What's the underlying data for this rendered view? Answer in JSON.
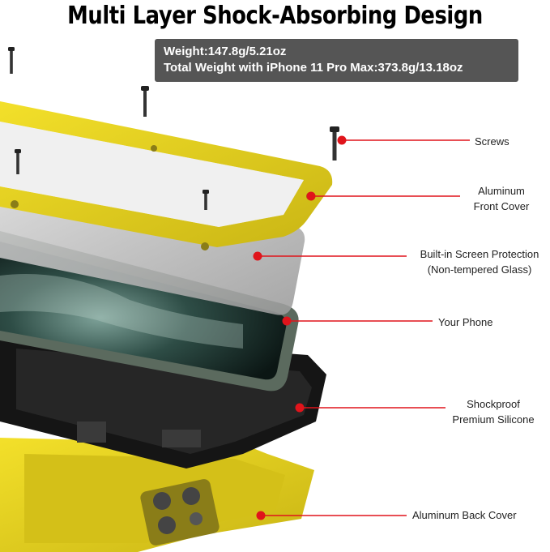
{
  "title": "Multi Layer Shock-Absorbing Design",
  "specs": {
    "weight": "Weight:147.8g/5.21oz",
    "total": "Total Weight with iPhone 11 Pro Max:373.8g/13.18oz"
  },
  "labels": {
    "screws": "Screws",
    "front_cover_1": "Aluminum",
    "front_cover_2": "Front Cover",
    "screen_1": "Built-in Screen Protection",
    "screen_2": "(Non-tempered Glass)",
    "phone": "Your Phone",
    "silicone_1": "Shockproof",
    "silicone_2": "Premium Silicone",
    "back_cover": "Aluminum Back Cover"
  },
  "colors": {
    "yellow": "#e8d21c",
    "pointer": "#e0141b",
    "spec_box": "#555555"
  }
}
